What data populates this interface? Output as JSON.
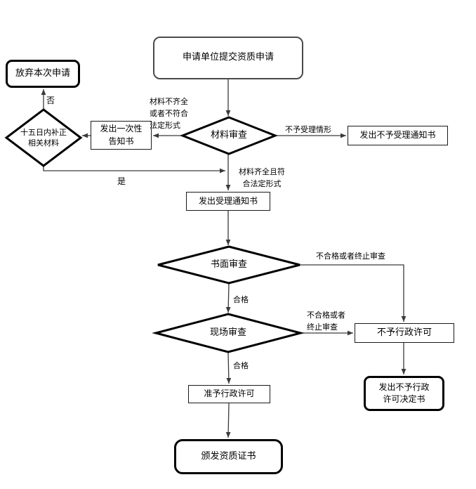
{
  "diagram": {
    "nodes": {
      "start": {
        "label": "申请单位提交资质申请"
      },
      "abandon": {
        "label": "放弃本次申请"
      },
      "supplement": {
        "label": "十五日内补正\n相关材料"
      },
      "once_notice": {
        "label": "发出一次性\n告知书"
      },
      "material_review": {
        "label": "材料审查"
      },
      "reject_notice": {
        "label": "发出不予受理通知书"
      },
      "accept_notice": {
        "label": "发出受理通知书"
      },
      "written_review": {
        "label": "书面审查"
      },
      "site_review": {
        "label": "现场审查"
      },
      "deny_license": {
        "label": "不予行政许可"
      },
      "deny_decision": {
        "label": "发出不予行政\n许可决定书"
      },
      "grant_license": {
        "label": "准予行政许可"
      },
      "issue_cert": {
        "label": "颁发资质证书"
      }
    },
    "edge_labels": {
      "incomplete": "材料不齐全\n或者不符合\n法定形式",
      "no": "否",
      "not_accepted": "不予受理情形",
      "complete": "材料齐全且符\n合法定形式",
      "yes": "是",
      "pass_written": "合格",
      "fail_written": "不合格或者终止审查",
      "fail_site": "不合格或者\n终止审查",
      "pass_site": "合格"
    },
    "colors": {
      "background": "#ffffff",
      "line": "#3a3a3a",
      "bold_border": "#000000",
      "thin_border": "#1a1a1a"
    }
  }
}
